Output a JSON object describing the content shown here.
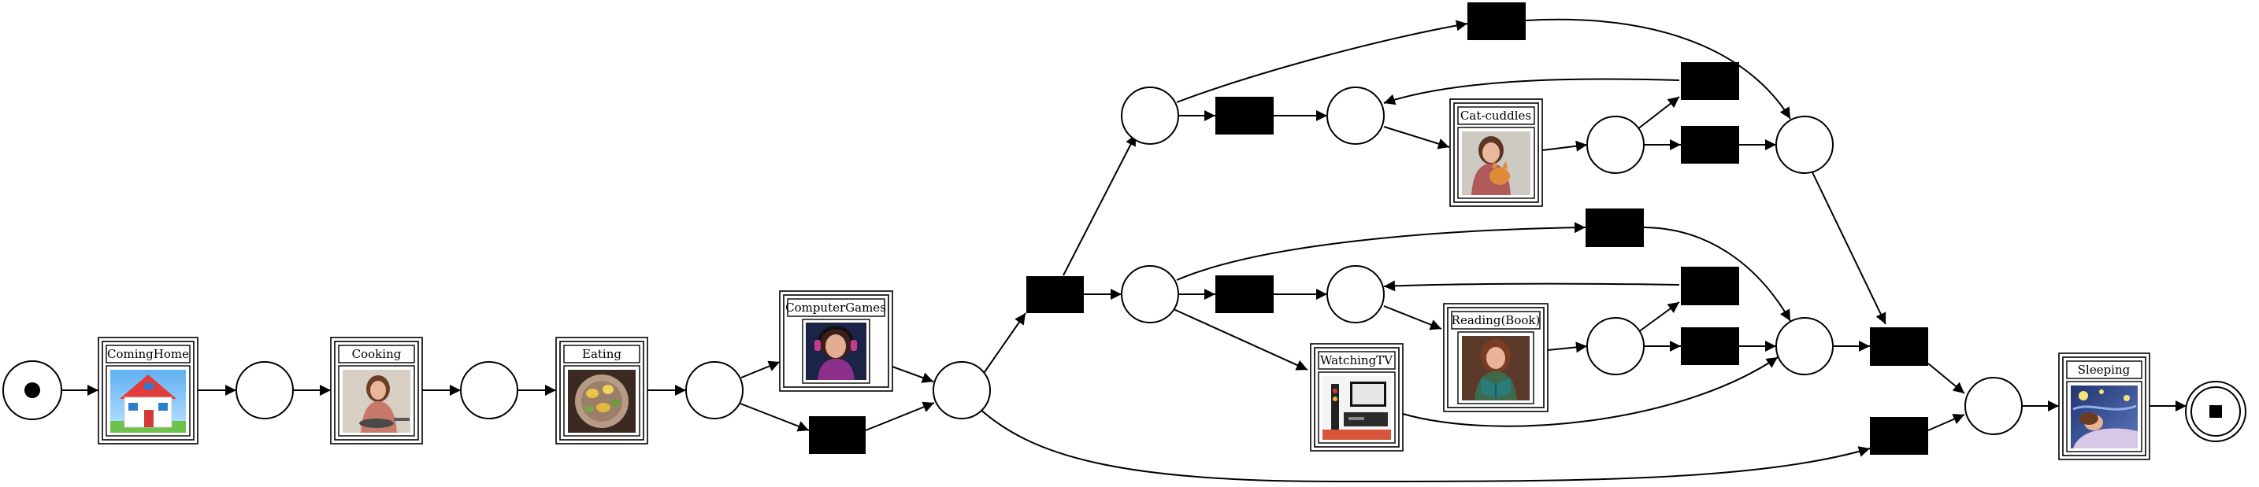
{
  "activities": {
    "coming_home": "ComingHome",
    "cooking": "Cooking",
    "eating": "Eating",
    "computer_games": "ComputerGames",
    "cat_cuddles": "Cat-cuddles",
    "watching_tv": "WatchingTV",
    "reading_book": "Reading(Book)",
    "sleeping": "Sleeping"
  },
  "colors": {
    "stroke": "#000000",
    "background": "#ffffff",
    "silent_transition": "#000000"
  },
  "icons": {
    "start_marker": "filled-circle-token",
    "end_marker": "filled-square-token",
    "coming_home": "house-icon",
    "cooking": "cooking-woman-icon",
    "eating": "plate-of-food-icon",
    "computer_games": "gamer-headset-icon",
    "cat_cuddles": "woman-holding-cat-icon",
    "watching_tv": "tv-stand-icon",
    "reading_book": "woman-reading-icon",
    "sleeping": "starry-night-sleep-icon"
  }
}
